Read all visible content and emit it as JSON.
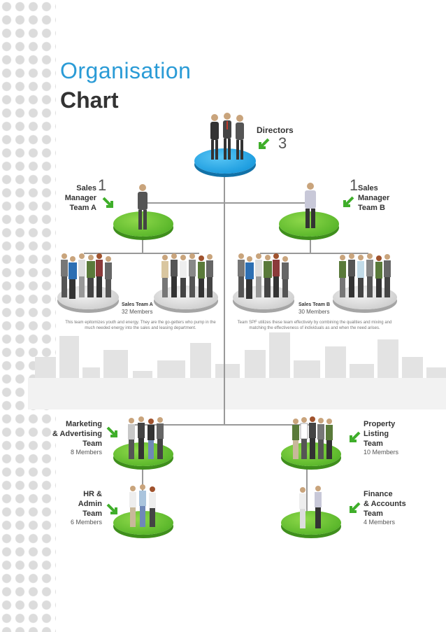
{
  "title": {
    "line1": "Organisation",
    "line2": "Chart"
  },
  "directors": {
    "label": "Directors",
    "count": "3"
  },
  "sales_manager_a": {
    "count": "1",
    "label_l1": "Sales",
    "label_l2": "Manager",
    "label_l3": "Team A"
  },
  "sales_manager_b": {
    "count": "1",
    "label_l1": "Sales",
    "label_l2": "Manager",
    "label_l3": "Team B"
  },
  "sales_team_a": {
    "label": "Sales Team A",
    "members": "32 Members",
    "desc_l1": "This team epitomizes youth and energy. They are the go-getters who pump in the",
    "desc_l2": "much needed energy into the sales and leasing department."
  },
  "sales_team_b": {
    "label": "Sales Team B",
    "members": "30 Members",
    "desc_l1": "Team SPF utilizes these team effectively by combining the qualities and mixing and",
    "desc_l2": "matching the effectiveness of individuals as and when the need arises."
  },
  "marketing": {
    "l1": "Marketing",
    "l2": "& Advertising",
    "l3": "Team",
    "members": "8 Members"
  },
  "hr": {
    "l1": "HR &",
    "l2": "Admin",
    "l3": "Team",
    "members": "6 Members"
  },
  "property": {
    "l1": "Property",
    "l2": "Listing",
    "l3": "Team",
    "members": "10 Members"
  },
  "finance": {
    "l1": "Finance",
    "l2": "& Accounts",
    "l3": "Team",
    "members": "4 Members"
  },
  "colors": {
    "title_blue": "#2a9bd6",
    "green_disc": "#5cb82c",
    "blue_disc": "#1f9ee0",
    "arrow_green": "#3fae2a"
  }
}
